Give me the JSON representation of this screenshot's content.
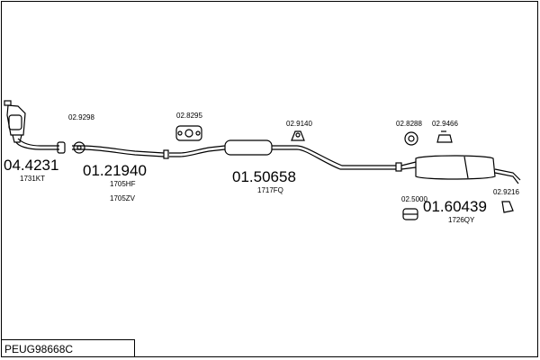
{
  "diagram": {
    "code": "PEUG98668C",
    "parts": [
      {
        "id": "04.4231",
        "ref": "1731KT"
      },
      {
        "id": "01.21940",
        "ref": "1705HF",
        "ref2": "1705ZV"
      },
      {
        "id": "01.50658",
        "ref": "1717FQ"
      },
      {
        "id": "01.60439",
        "ref": "1726QY"
      }
    ],
    "accessories": [
      "02.9298",
      "02.8295",
      "02.9140",
      "02.8288",
      "02.9466",
      "02.5000",
      "02.9216"
    ]
  }
}
